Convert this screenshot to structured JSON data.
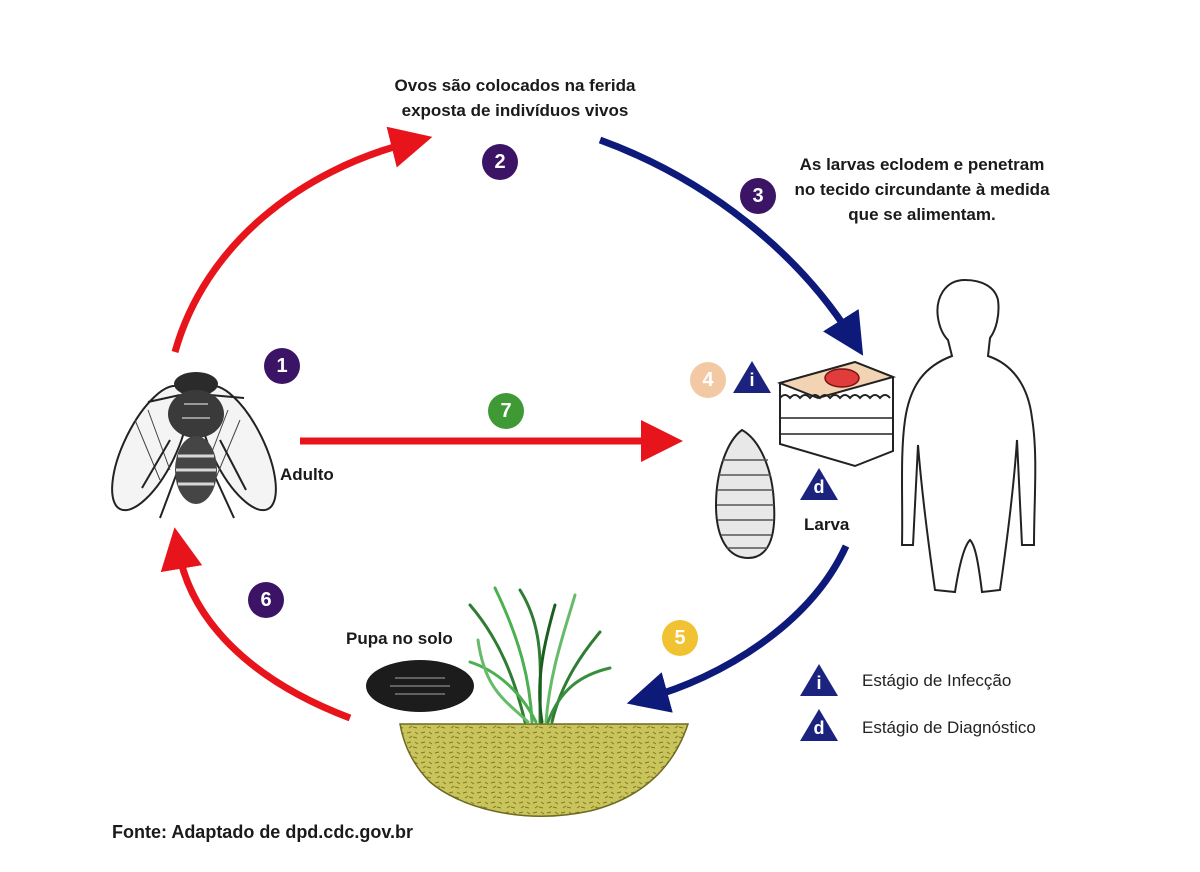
{
  "texts": {
    "step2": [
      "Ovos são colocados na ferida",
      "exposta de indivíduos vivos"
    ],
    "step3": [
      "As larvas eclodem e penetram",
      "no tecido circundante à medida",
      "que se alimentam."
    ],
    "adult": "Adulto",
    "larva": "Larva",
    "pupa": "Pupa no solo",
    "source": "Fonte: Adaptado de dpd.cdc.gov.br"
  },
  "badges": [
    "1",
    "2",
    "3",
    "4",
    "5",
    "6",
    "7"
  ],
  "stage_markers": {
    "infection": "i",
    "diagnostic": "d"
  },
  "legend": {
    "infection_symbol": "i",
    "infection_label": "Estágio de Infecção",
    "diagnostic_symbol": "d",
    "diagnostic_label": "Estágio de Diagnóstico"
  },
  "colors": {
    "red_arrow": "#e8141c",
    "blue_arrow": "#0d1a7a",
    "badge_purple": "#3b1466",
    "badge_green": "#3f9a36",
    "badge_peach": "#f3c9a3",
    "badge_yellow": "#f1c232",
    "marker_blue": "#1b237f",
    "soil": "#c7c25a"
  },
  "icons": [
    "fly-icon",
    "egg-wound-icon",
    "larva-icon",
    "skin-section-icon",
    "human-silhouette-icon",
    "pupa-icon",
    "grass-icon",
    "soil-icon"
  ]
}
